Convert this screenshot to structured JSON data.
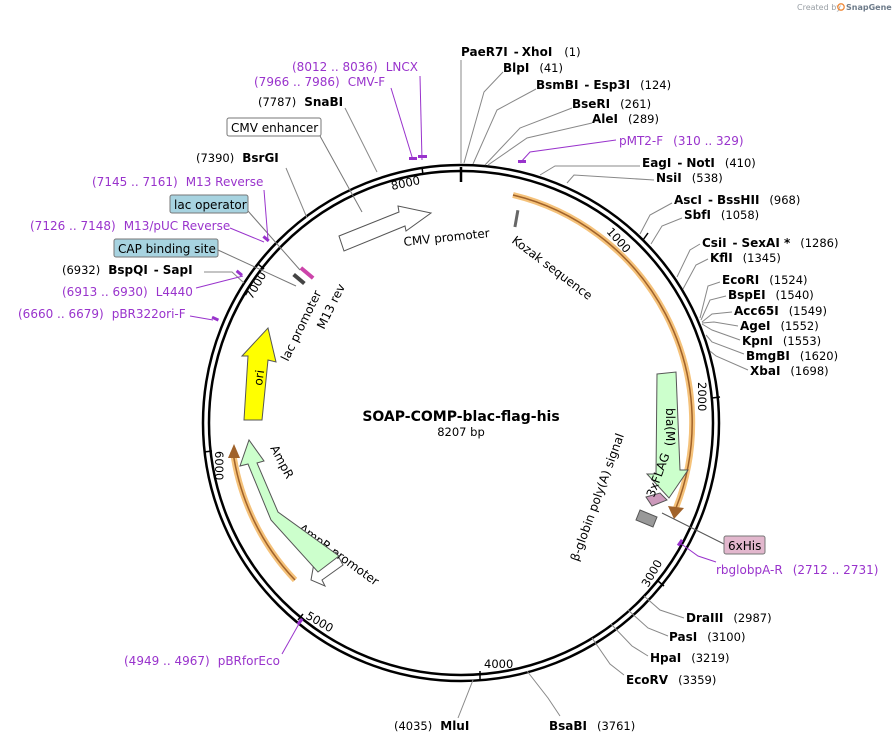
{
  "brand": {
    "created_by": "Created by",
    "name": "SnapGene"
  },
  "plasmid": {
    "name": "SOAP-COMP-blac-flag-his",
    "length_label": "8207 bp"
  },
  "ticks": [
    "1000",
    "2000",
    "3000",
    "4000",
    "5000",
    "6000",
    "7000",
    "8000"
  ],
  "sites": [
    {
      "name": "PaeR7I",
      "sep": "-",
      "name2": "XhoI",
      "pos": "(1)"
    },
    {
      "name": "BlpI",
      "pos": "(41)"
    },
    {
      "name": "BsmBI",
      "sep": "-",
      "name2": "Esp3I",
      "pos": "(124)"
    },
    {
      "name": "BseRI",
      "pos": "(261)"
    },
    {
      "name": "AleI",
      "pos": "(289)"
    },
    {
      "name": "EagI",
      "sep": "-",
      "name2": "NotI",
      "pos": "(410)"
    },
    {
      "name": "NsiI",
      "pos": "(538)"
    },
    {
      "name": "AscI",
      "sep": "-",
      "name2": "BssHII",
      "pos": "(968)"
    },
    {
      "name": "SbfI",
      "pos": "(1058)"
    },
    {
      "name": "CsiI",
      "sep": "-",
      "name2": "SexAI *",
      "pos": "(1286)"
    },
    {
      "name": "KflI",
      "pos": "(1345)"
    },
    {
      "name": "EcoRI",
      "pos": "(1524)"
    },
    {
      "name": "BspEI",
      "pos": "(1540)"
    },
    {
      "name": "Acc65I",
      "pos": "(1549)"
    },
    {
      "name": "AgeI",
      "pos": "(1552)"
    },
    {
      "name": "KpnI",
      "pos": "(1553)"
    },
    {
      "name": "BmgBI",
      "pos": "(1620)"
    },
    {
      "name": "XbaI",
      "pos": "(1698)"
    },
    {
      "name": "DraIII",
      "pos": "(2987)"
    },
    {
      "name": "PasI",
      "pos": "(3100)"
    },
    {
      "name": "HpaI",
      "pos": "(3219)"
    },
    {
      "name": "EcoRV",
      "pos": "(3359)"
    },
    {
      "name": "BsaBI",
      "pos": "(3761)"
    },
    {
      "name": "MluI",
      "pos": "(4035)"
    },
    {
      "name": "SnaBI",
      "pos": "(7787)"
    },
    {
      "name": "BsrGI",
      "pos": "(7390)"
    },
    {
      "name": "BspQI",
      "sep": "-",
      "name2": "SapI",
      "pos": "(6932)"
    }
  ],
  "primers": [
    {
      "range": "(8012 .. 8036)",
      "name": "LNCX"
    },
    {
      "range": "(7966 .. 7986)",
      "name": "CMV-F"
    },
    {
      "range": "(310 .. 329)",
      "name": "pMT2-F"
    },
    {
      "range": "(7145 .. 7161)",
      "name": "M13 Reverse"
    },
    {
      "range": "(7126 .. 7148)",
      "name": "M13/pUC Reverse"
    },
    {
      "range": "(6913 .. 6930)",
      "name": "L4440"
    },
    {
      "range": "(6660 .. 6679)",
      "name": "pBR322ori-F"
    },
    {
      "range": "(2712 .. 2731)",
      "name": "rbglobpA-R"
    },
    {
      "range": "(4949 .. 4967)",
      "name": "pBRforEco"
    }
  ],
  "boxed_features": [
    {
      "name": "CMV enhancer",
      "fill": "#ffffff"
    },
    {
      "name": "lac operator",
      "fill": "#a7d3e0"
    },
    {
      "name": "CAP binding site",
      "fill": "#a7d3e0"
    },
    {
      "name": "6xHis",
      "fill": "#e2b7cd"
    }
  ],
  "features": [
    {
      "name": "CMV promoter"
    },
    {
      "name": "Kozak sequence"
    },
    {
      "name": "bla(M)"
    },
    {
      "name": "3xFLAG"
    },
    {
      "name": "β-globin poly(A) signal"
    },
    {
      "name": "AmpR promoter"
    },
    {
      "name": "AmpR"
    },
    {
      "name": "ori"
    },
    {
      "name": "lac promoter"
    },
    {
      "name": "M13 rev"
    }
  ],
  "colors": {
    "primer": "#9933cc",
    "orf": "#f2a33a",
    "bla_arrow": "#ccffcc",
    "ampr_arrow": "#ccffcc",
    "ori_arrow": "#ffff00",
    "promoter_arrow": "#ffffff",
    "flag": "#cc99bb",
    "polya": "#999999"
  }
}
